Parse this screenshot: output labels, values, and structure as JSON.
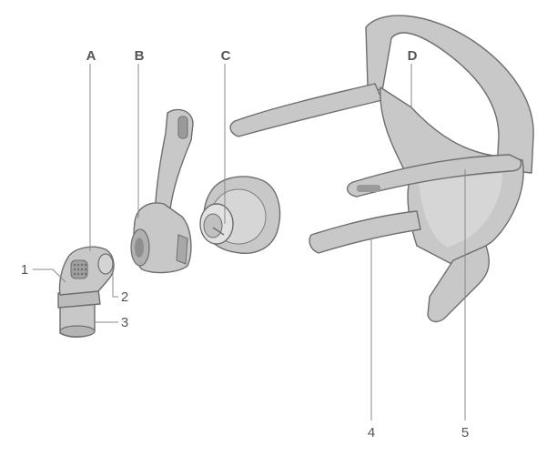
{
  "diagram": {
    "part_letters": [
      "A",
      "B",
      "C",
      "D"
    ],
    "callout_numbers": [
      "1",
      "2",
      "3",
      "4",
      "5"
    ]
  },
  "colors": {
    "background": "#ffffff",
    "part_fill": "#c8c8c8",
    "part_light": "#dedede",
    "part_shadow": "#9a9a9a",
    "outline": "#6e6e6e",
    "leader_line": "#888888",
    "label_text": "#555555"
  }
}
